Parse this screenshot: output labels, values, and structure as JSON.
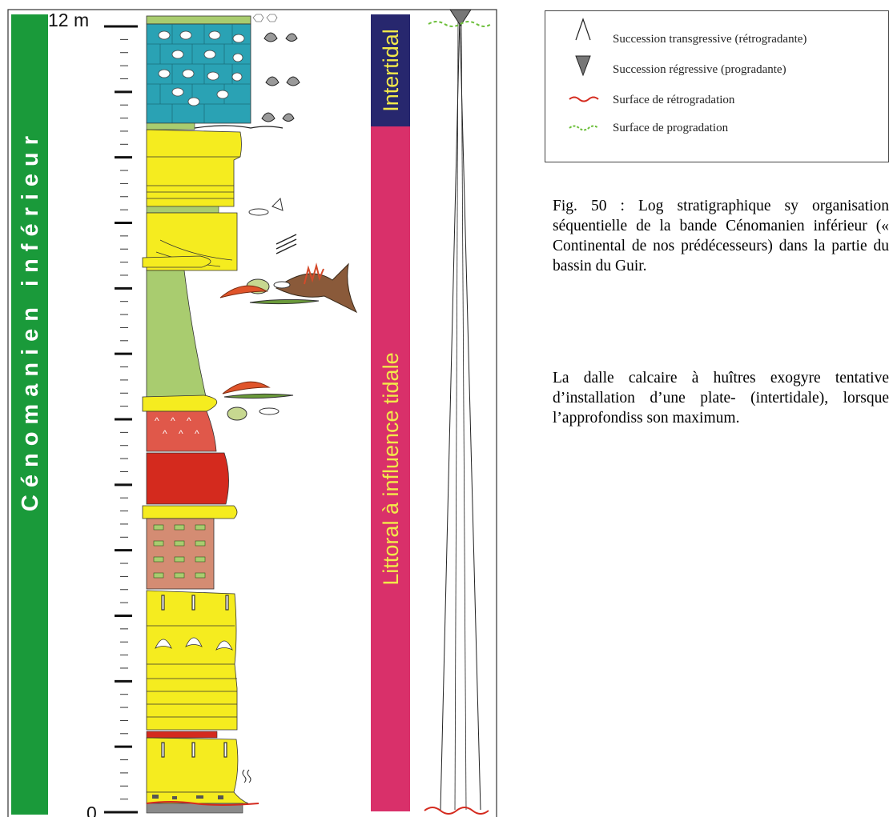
{
  "column": {
    "stage_label": "Cénomanien inférieur",
    "top_label": "12 m",
    "bottom_label": "0",
    "env_upper": "Intertidal",
    "env_lower": "Littoral à influence tidale"
  },
  "legend": {
    "items": [
      {
        "symbol": "open-triangle-icon",
        "label": "Succession transgressive (rétrogradante)"
      },
      {
        "symbol": "filled-triangle-icon",
        "label": "Succession régressive (progradante)"
      },
      {
        "symbol": "red-wavy-line-icon",
        "label": "Surface de rétrogradation"
      },
      {
        "symbol": "green-dashed-wavy-line-icon",
        "label": "Surface de progradation"
      }
    ]
  },
  "caption": {
    "p1": "Fig. 50 : Log stratigraphique sy organisation séquentielle de la bande Cénomanien inférieur (« Continental de nos prédécesseurs) dans la partie du bassin du Guir.",
    "p2": "La dalle calcaire à huîtres exogyre tentative d’installation d’une plate- (intertidale), lorsque l’approfondiss son maximum."
  },
  "colors": {
    "stage_band": "#1a9a3a",
    "env_upper": "#27276e",
    "env_lower": "#d9306a",
    "env_text": "#f2e94a",
    "limestone": "#2aa2b4",
    "sandstone": "#f5ec1f",
    "marl": "#a9cc6f",
    "red_clay": "#d42a1e",
    "pale_red": "#e0584a",
    "siltstone": "#d48c73",
    "basement": "#8a8a8a",
    "retro_line": "#d42a1e",
    "prog_line": "#6cbf3a"
  }
}
